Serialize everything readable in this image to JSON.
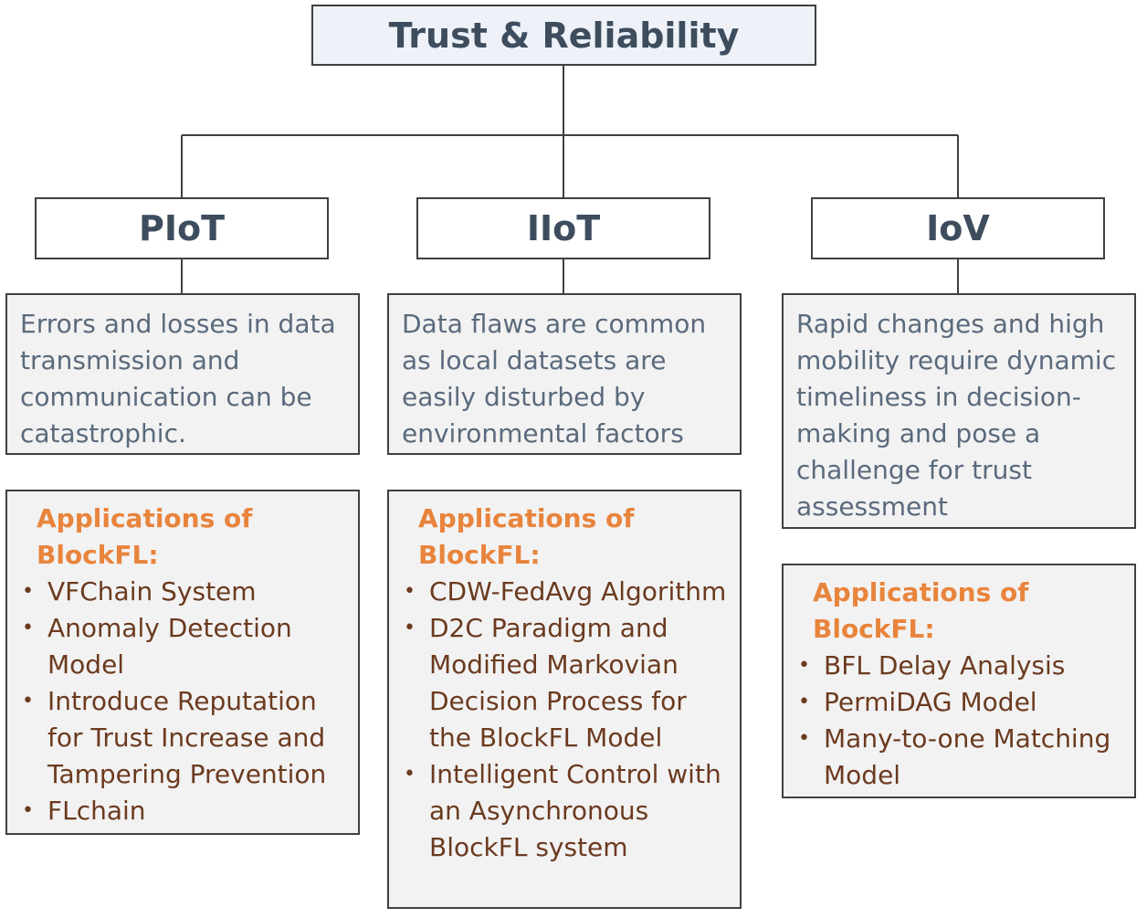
{
  "title": "Trust & Reliability",
  "columns": [
    {
      "name": "PIoT",
      "description": "Errors and losses in data transmission and communication can be catastrophic.",
      "app_title": "Applications of BlockFL:",
      "items": [
        "VFChain System",
        "Anomaly Detection Model",
        "Introduce Reputation for Trust Increase and Tampering Prevention",
        "FLchain"
      ]
    },
    {
      "name": "IIoT",
      "description": "Data flaws are common as local datasets are easily disturbed by environmental factors",
      "app_title": "Applications of BlockFL:",
      "items": [
        "CDW-FedAvg Algorithm",
        "D2C Paradigm and Modified Markovian Decision Process for the BlockFL Model",
        "Intelligent Control with an Asynchronous BlockFL system"
      ]
    },
    {
      "name": "IoV",
      "description": "Rapid changes and high mobility require dynamic timeliness in decision-making and pose a challenge for trust assessment",
      "app_title": "Applications of BlockFL:",
      "items": [
        "BFL Delay Analysis",
        "PermiDAG Model",
        "Many-to-one Matching Model"
      ]
    }
  ]
}
